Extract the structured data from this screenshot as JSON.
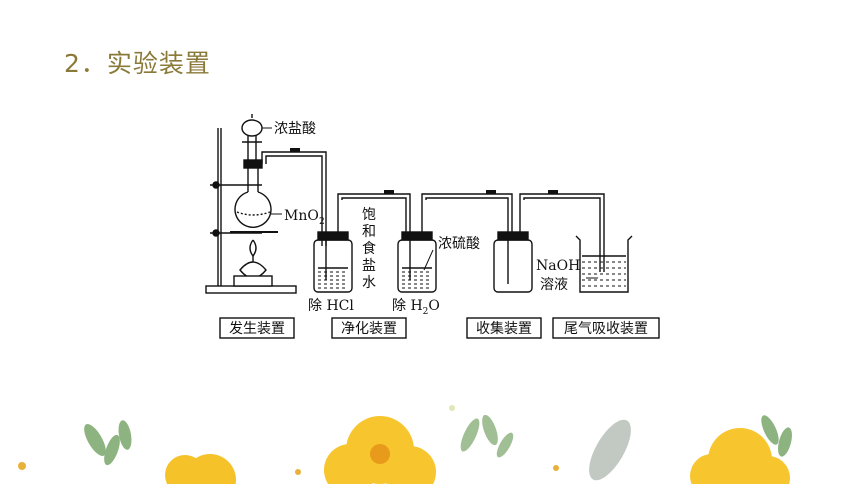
{
  "slide": {
    "title": "2．实验装置"
  },
  "labels": {
    "conc_hcl": "浓盐酸",
    "mno2": "MnO",
    "mno2_sub": "2",
    "saturated_brine": [
      "饱",
      "和",
      "食",
      "盐",
      "水"
    ],
    "conc_h2so4": "浓硫酸",
    "naoh": "NaOH",
    "solution": "溶液",
    "remove_hcl": "除 HCl",
    "remove_h2o_prefix": "除 H",
    "remove_h2o_sub": "2",
    "remove_h2o_suffix": "O"
  },
  "stages": [
    {
      "label": "发生装置"
    },
    {
      "label": "净化装置"
    },
    {
      "label": "收集装置"
    },
    {
      "label": "尾气吸收装置"
    }
  ],
  "colors": {
    "title": "#8a7a3a",
    "line": "#111111",
    "flower": "#f5c22a",
    "leaf": "#6a9a5a"
  }
}
